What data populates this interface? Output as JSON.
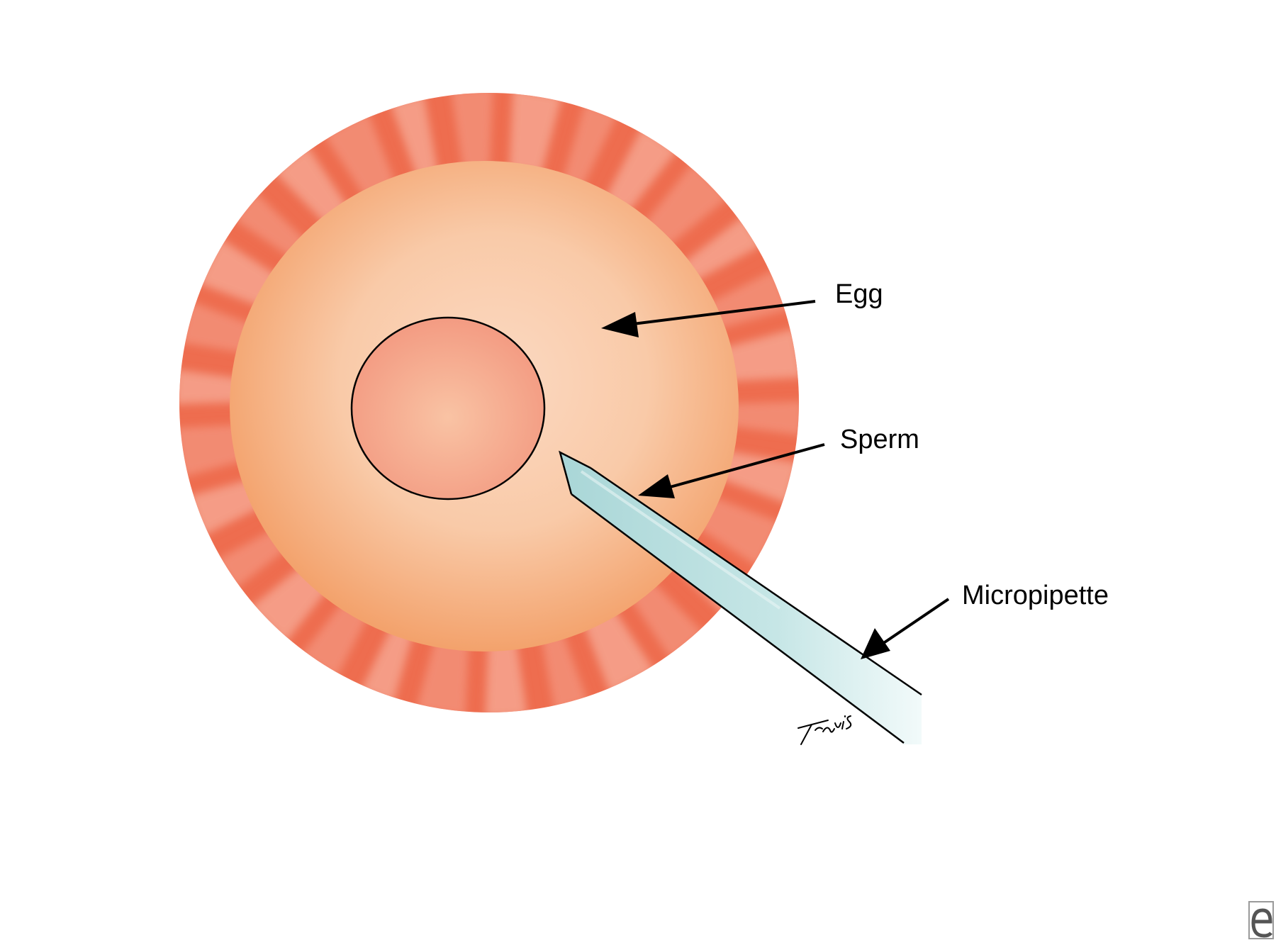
{
  "labels": {
    "egg": "Egg",
    "sperm": "Sperm",
    "micropipette": "Micropipette"
  },
  "signature": "Travis",
  "colors": {
    "background": "#ffffff",
    "outer_layer": "#ee6d4f",
    "outer_layer_light": "#f6a48f",
    "cytoplasm_light": "#fad2b8",
    "cytoplasm_dark": "#f3a26c",
    "nucleus": "#f7b094",
    "pipette": "#b5dcdd",
    "pipette_highlight": "#e8f5f5",
    "outline": "#000000"
  },
  "icons": {
    "corner_logo": "e-logo-icon"
  }
}
